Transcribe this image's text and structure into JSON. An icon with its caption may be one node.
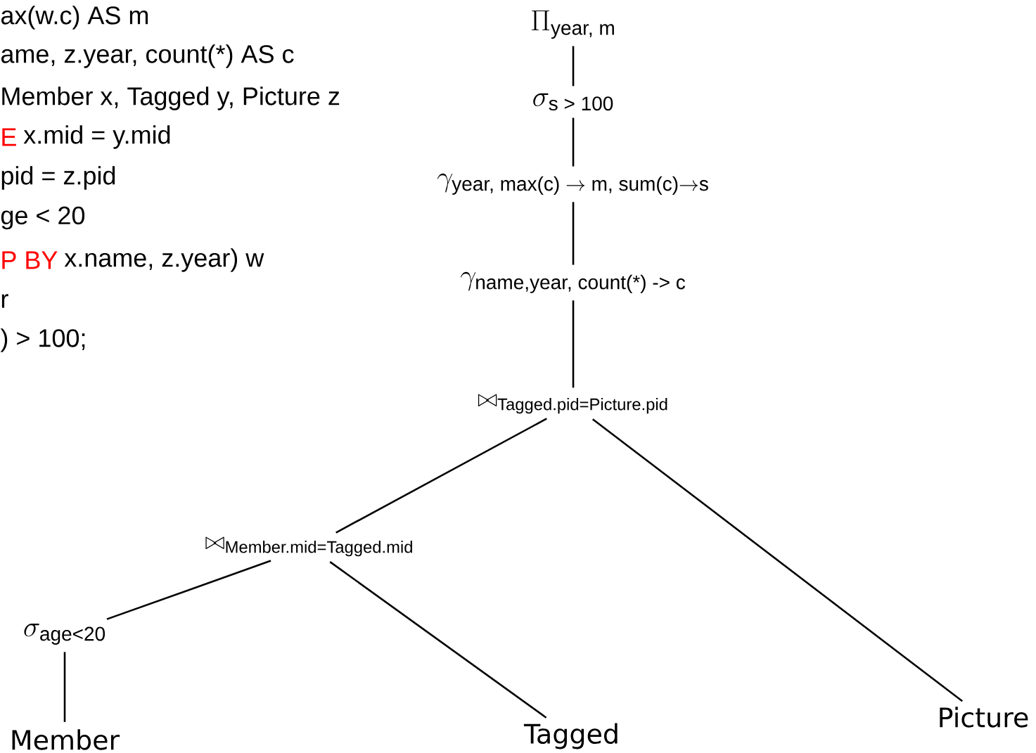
{
  "diagram": {
    "nodes": [
      {
        "text": [
          "\\Pi_{\\text{year, m}}"
        ]
      },
      {
        "text": [
          "\\sigma_{\\text{s > 100}}"
        ]
      },
      {
        "text": [
          "\\gamma_{\\text{year, max(c) }\\rightarrow\\text{ m, sum(c)}\\rightarrow\\text{s}}"
        ]
      },
      {
        "text": [
          "\\gamma_{\\text{name,year, count(*) -> c}}"
        ]
      },
      {
        "text": [
          "\\bowtie_{\\text{Tagged.pid=Picture.pid}}"
        ]
      },
      {
        "text": [
          "\\bowtie_{\\text{Member.mid=Tagged.mid}}"
        ]
      },
      {
        "text": [
          "\\sigma_{\\text{age<20}}"
        ]
      },
      {
        "text": [
          "Member"
        ]
      },
      {
        "text": [
          "Tagged"
        ]
      },
      {
        "text": [
          "Picture"
        ]
      }
    ],
    "edges": [
      {
        "from": 0,
        "to": 1,
        "arrow": "none"
      },
      {
        "from": 1,
        "to": 2,
        "arrow": "none"
      },
      {
        "from": 2,
        "to": 3,
        "arrow": "none"
      },
      {
        "from": 3,
        "to": 4,
        "arrow": "none"
      },
      {
        "from": 4,
        "to": 5,
        "arrow": "none"
      },
      {
        "from": 4,
        "to": 9,
        "arrow": "none"
      },
      {
        "from": 5,
        "to": 6,
        "arrow": "none"
      },
      {
        "from": 5,
        "to": 8,
        "arrow": "none"
      },
      {
        "from": 6,
        "to": 7,
        "arrow": "none"
      }
    ],
    "labels": [
      "ax(w.c) AS m",
      "ame, z.year, count(*) AS c",
      "Member x, Tagged y, Picture z",
      "E",
      "x.mid = y.mid",
      "pid = z.pid",
      "ge < 20",
      "P BY",
      "x.name, z.year) w",
      "r",
      ") > 100;"
    ]
  }
}
